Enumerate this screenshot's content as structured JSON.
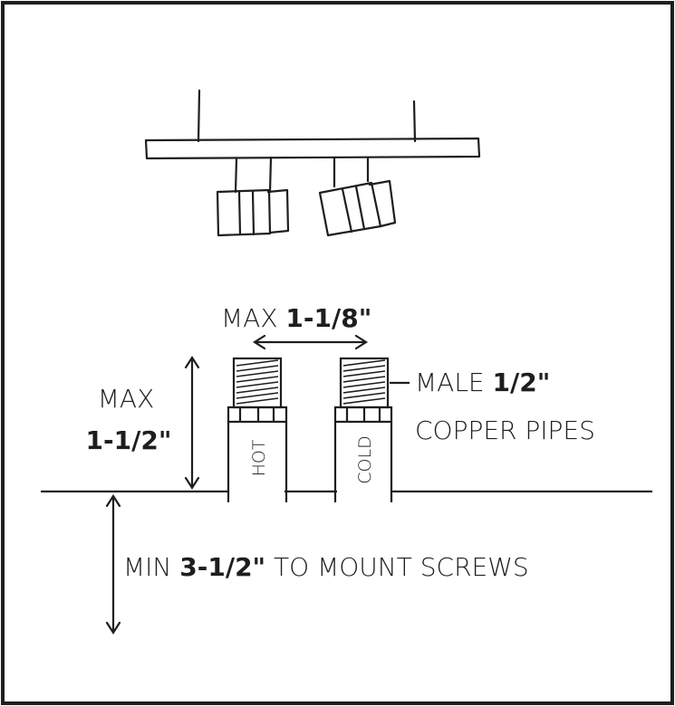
{
  "labels": {
    "max_spacing_prefix": "MAX ",
    "max_spacing_value": "1-1/8\"",
    "max_height_prefix": "MAX",
    "max_height_value": "1-1/2\"",
    "pipe_prefix": "MALE ",
    "pipe_value": "1/2\"",
    "pipe_suffix": "COPPER PIPES",
    "min_prefix": "MIN ",
    "min_value": "3-1/2\"",
    "min_suffix": " TO MOUNT SCREWS",
    "hot": "HOT",
    "cold": "COLD"
  },
  "colors": {
    "ink": "#1e1e1e",
    "background": "#ffffff"
  }
}
